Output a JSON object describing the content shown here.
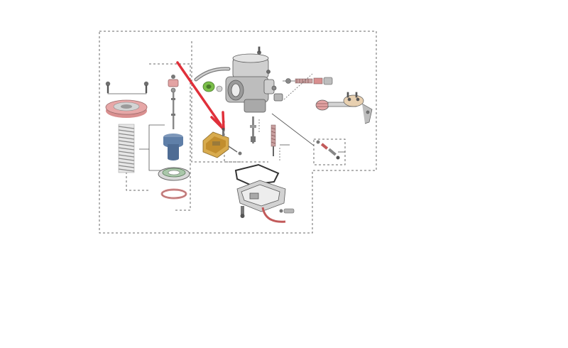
{
  "diagram": {
    "kind": "exploded-parts-diagram",
    "subject": "carburetor",
    "callout": {
      "shape": "arrow",
      "color": "#e0303a",
      "points_to": "float"
    }
  },
  "colors": {
    "line": "#555555",
    "dash": "#6a6a6a",
    "metal_light": "#d9d9d9",
    "metal_mid": "#a9a9a9",
    "metal_dark": "#6f6f6f",
    "rubber_pink": "#e7a7a7",
    "diaphragm_blue": "#5f7fa8",
    "float_gold": "#c99a3a",
    "o_ring_green": "#7bbf4a",
    "arrow_red": "#e0303a"
  },
  "parts": [
    "screw",
    "diaphragm-cover",
    "spring",
    "vacuum-piston",
    "diaphragm",
    "o-ring",
    "needle-jet",
    "carburetor-body",
    "float",
    "pilot-jet",
    "main-jet",
    "float-bowl-gasket",
    "float-bowl",
    "drain-screw",
    "drain-tube",
    "choke-plunger",
    "throttle-lever",
    "idle-screw",
    "fuel-hose"
  ]
}
